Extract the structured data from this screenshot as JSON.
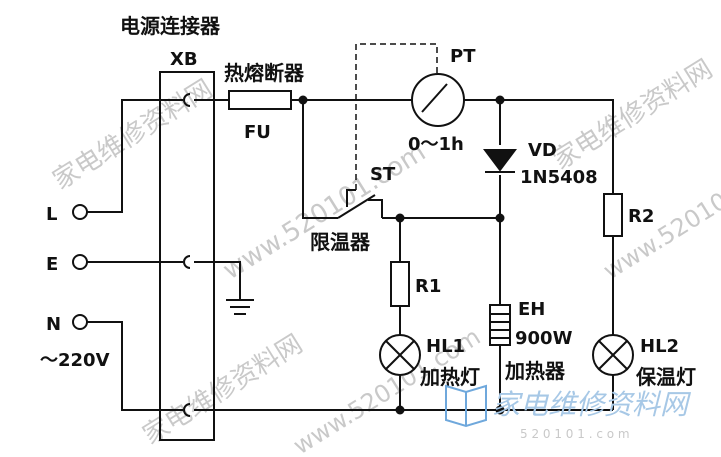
{
  "labels": {
    "connector_title": "电源连接器",
    "connector_id": "XB",
    "fuse_title": "热熔断器",
    "fuse_id": "FU",
    "timer_id": "PT",
    "timer_range": "0～1h",
    "diode_id": "VD",
    "diode_model": "1N5408",
    "switch_id": "ST",
    "limiter_title": "限温器",
    "r1": "R1",
    "r2": "R2",
    "heater_id": "EH",
    "heater_power": "900W",
    "heater_title": "加热器",
    "hl1_id": "HL1",
    "hl1_title": "加热灯",
    "hl2_id": "HL2",
    "hl2_title": "保温灯",
    "term_l": "L",
    "term_e": "E",
    "term_n": "N",
    "voltage": "～220V"
  },
  "watermarks": {
    "brand": "家电维修资料网",
    "url": "www.520101.com",
    "corner_url": "5 2 0 1 0 1 . c o m"
  }
}
